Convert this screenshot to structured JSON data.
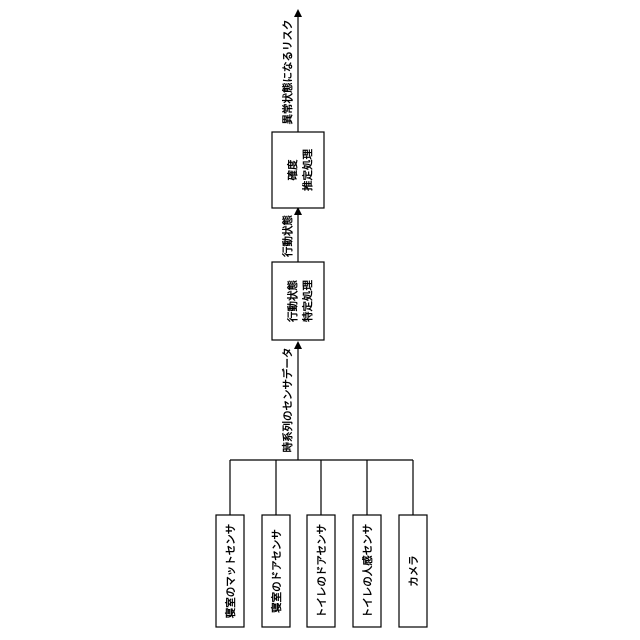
{
  "diagram": {
    "sensors": [
      {
        "label": "寝室のマットセンサ"
      },
      {
        "label": "寝室のドアセンサ"
      },
      {
        "label": "トイレのドアセンサ"
      },
      {
        "label": "トイレの人感センサ"
      },
      {
        "label": "カメラ"
      }
    ],
    "edge_time_series": "時系列のセンサデータ",
    "box_behavior": {
      "line1": "行動状態",
      "line2": "特定処理"
    },
    "edge_behavior_state": "行動状態",
    "box_certainty": {
      "line1": "確度",
      "line2": "推定処理"
    },
    "edge_output": "異常状態になるリスク"
  }
}
